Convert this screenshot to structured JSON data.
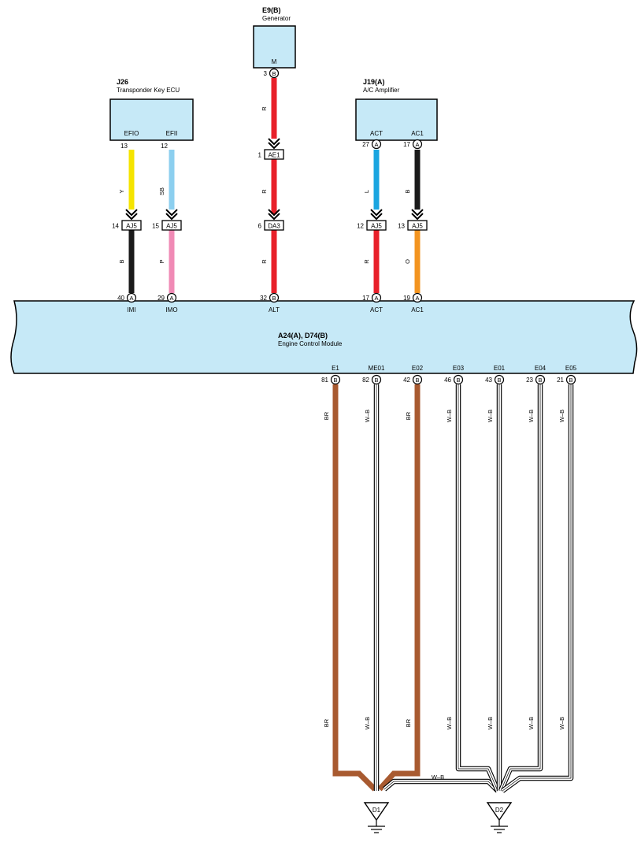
{
  "components": {
    "generator": {
      "code": "E9(B)",
      "name": "Generator",
      "pin": "M",
      "pin_no": "3",
      "pin_conn": "B"
    },
    "transponder": {
      "code": "J26",
      "name": "Transponder Key ECU",
      "pins": [
        "EFIO",
        "EFII"
      ],
      "pin_nos": [
        "13",
        "12"
      ]
    },
    "ac_amp": {
      "code": "J19(A)",
      "name": "A/C Amplifier",
      "pins": [
        "ACT",
        "AC1"
      ],
      "pin_nos": [
        "27",
        "17"
      ],
      "pin_conn": [
        "A",
        "A"
      ]
    },
    "ecm": {
      "code": "A24(A), D74(B)",
      "name": "Engine Control Module"
    }
  },
  "ecm_top_pins": [
    {
      "no": "40",
      "conn": "A",
      "label": "IMI"
    },
    {
      "no": "29",
      "conn": "A",
      "label": "IMO"
    },
    {
      "no": "32",
      "conn": "B",
      "label": "ALT"
    },
    {
      "no": "17",
      "conn": "A",
      "label": "ACT"
    },
    {
      "no": "19",
      "conn": "A",
      "label": "AC1"
    }
  ],
  "ecm_bottom_pins": [
    {
      "no": "81",
      "conn": "B",
      "label": "E1",
      "wire": "BR"
    },
    {
      "no": "82",
      "conn": "B",
      "label": "ME01",
      "wire": "W–B"
    },
    {
      "no": "42",
      "conn": "B",
      "label": "E02",
      "wire": "BR"
    },
    {
      "no": "46",
      "conn": "B",
      "label": "E03",
      "wire": "W–B"
    },
    {
      "no": "43",
      "conn": "B",
      "label": "E01",
      "wire": "W–B"
    },
    {
      "no": "23",
      "conn": "B",
      "label": "E04",
      "wire": "W–B"
    },
    {
      "no": "21",
      "conn": "B",
      "label": "E05",
      "wire": "W–B"
    }
  ],
  "junctions": [
    {
      "id": "AJ5",
      "pin": "14"
    },
    {
      "id": "AJ5",
      "pin": "15"
    },
    {
      "id": "AE1",
      "pin": "1"
    },
    {
      "id": "DA3",
      "pin": "6"
    },
    {
      "id": "AJ5",
      "pin": "12"
    },
    {
      "id": "AJ5",
      "pin": "13"
    }
  ],
  "wire_colors": {
    "imi_upper": "Y",
    "imi_lower": "B",
    "imo_upper": "SB",
    "imo_lower": "P",
    "alt_1": "R",
    "alt_2": "R",
    "alt_3": "R",
    "act_upper": "L",
    "act_lower": "R",
    "ac1_upper": "B",
    "ac1_lower": "O",
    "ground_bus": "W–B"
  },
  "grounds": [
    "D1",
    "D2"
  ],
  "colors": {
    "yellow": "#f5e400",
    "black": "#1a1a1a",
    "skyblue": "#8ccfef",
    "pink": "#f08ab5",
    "red": "#e8202a",
    "blue": "#1aa5e0",
    "orange": "#f39420",
    "brown": "#a85a30",
    "module_fill": "#c6e9f7"
  }
}
